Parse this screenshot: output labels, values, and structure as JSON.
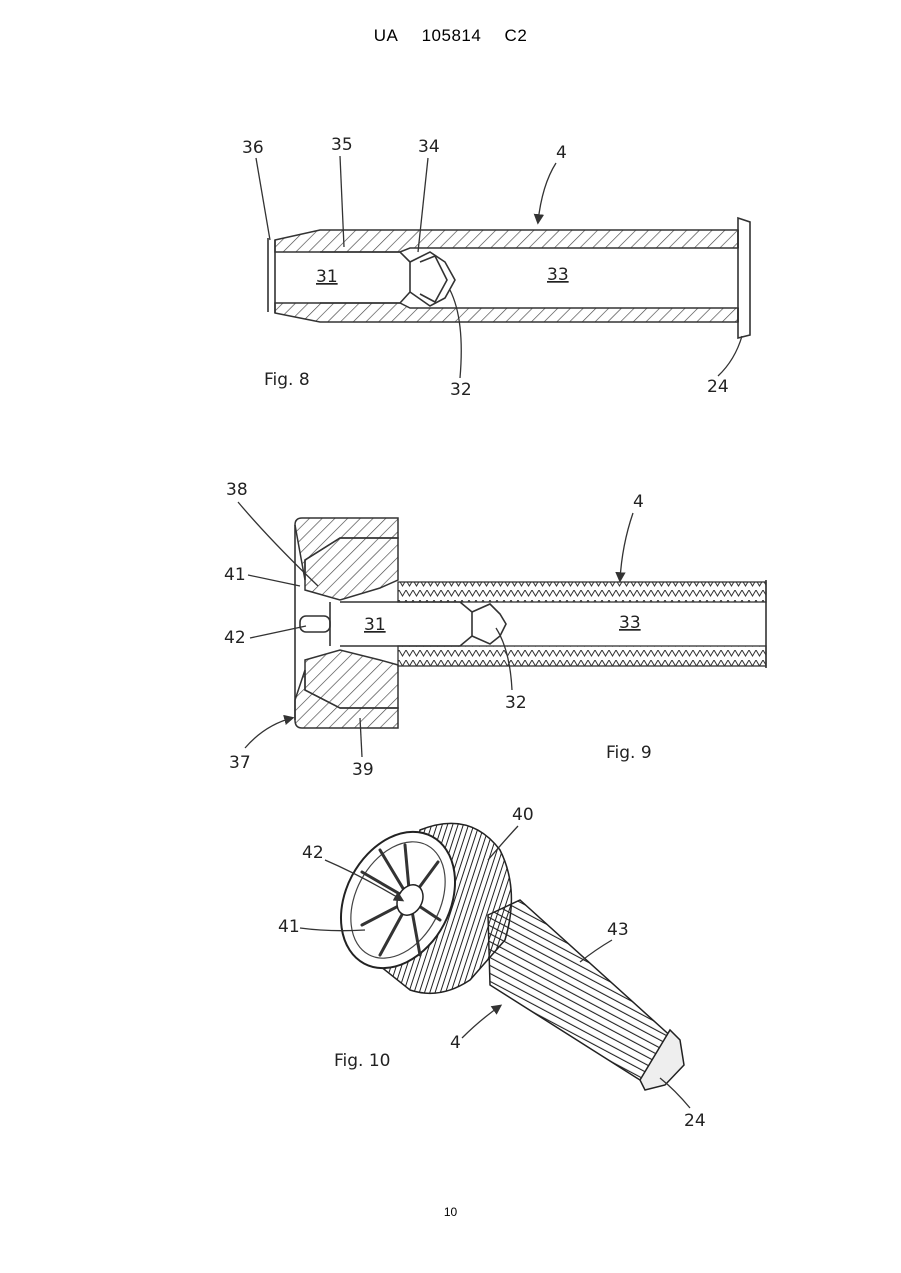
{
  "header": {
    "country": "UA",
    "number": "105814",
    "kind": "C2"
  },
  "page_number": "10",
  "fig8": {
    "caption": "Fig. 8",
    "labels": {
      "l36": "36",
      "l35": "35",
      "l34": "34",
      "l4": "4",
      "l31": "31",
      "l33": "33",
      "l32": "32",
      "l24": "24"
    }
  },
  "fig9": {
    "caption": "Fig. 9",
    "labels": {
      "l38": "38",
      "l4": "4",
      "l41": "41",
      "l42": "42",
      "l31": "31",
      "l33": "33",
      "l32": "32",
      "l37": "37",
      "l39": "39"
    }
  },
  "fig10": {
    "caption": "Fig. 10",
    "labels": {
      "l40": "40",
      "l42": "42",
      "l41": "41",
      "l43": "43",
      "l4": "4",
      "l24": "24"
    }
  }
}
